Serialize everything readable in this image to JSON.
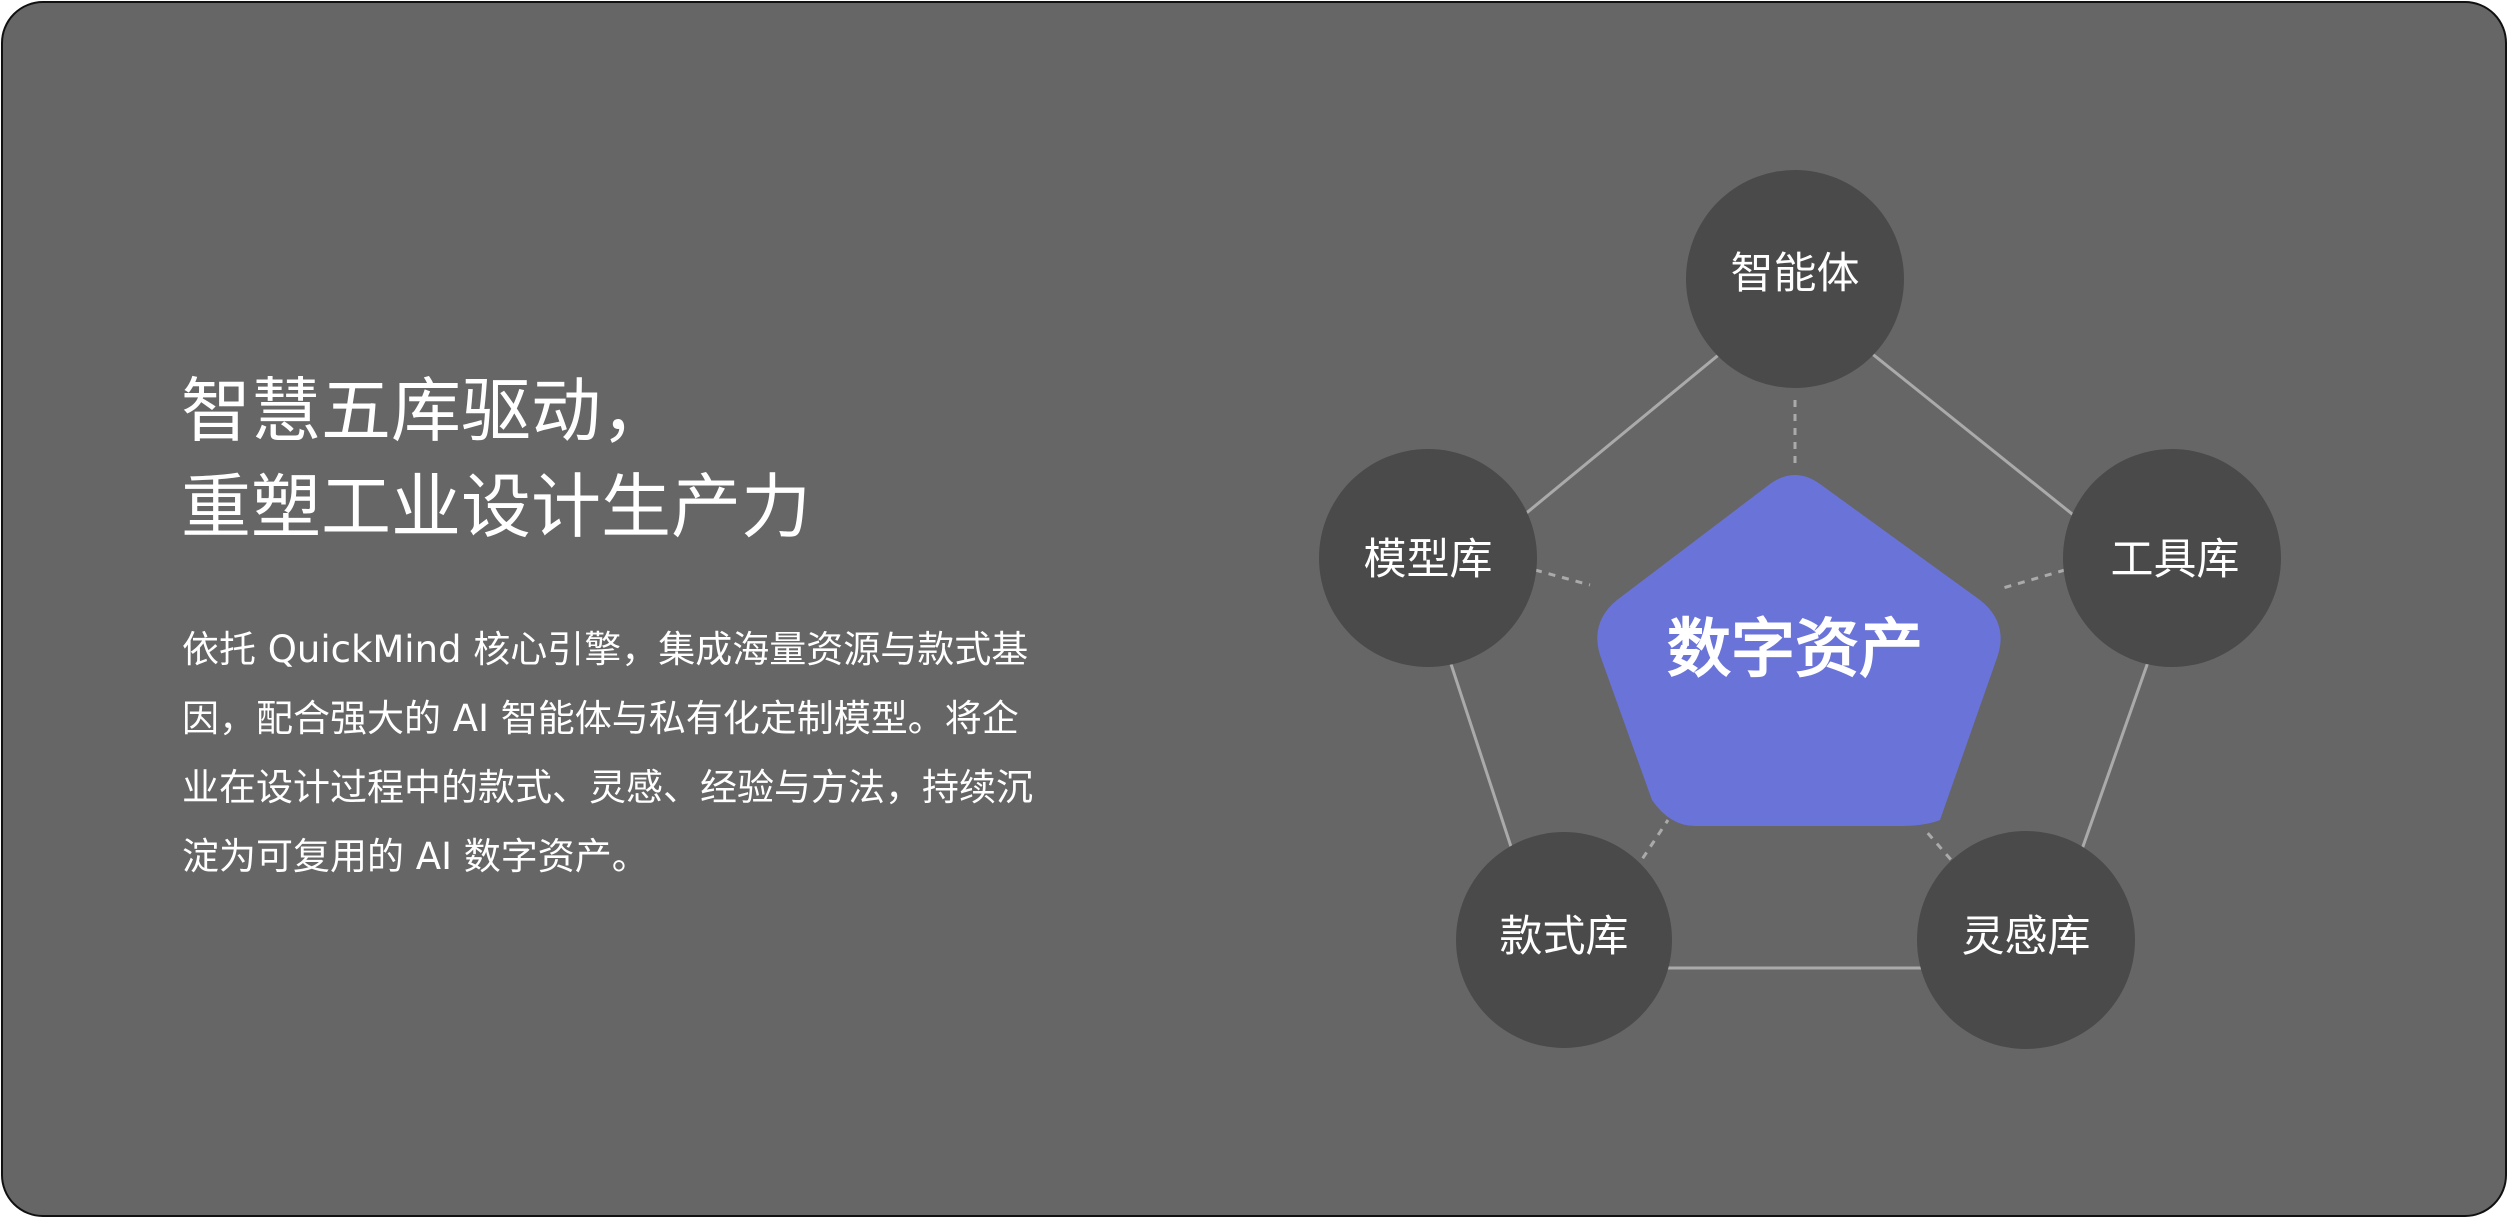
{
  "headline": {
    "line1": "智慧五库驱动，",
    "line2": "重塑工业设计生产力"
  },
  "description": {
    "lines": [
      "依托 QuickMind 核心引擎，集成海量资源与款式基",
      "因，配合强大的 AI 智能体与私有化定制模型。将企",
      "业在设计过程中的款式、灵感、经验与方法，持续沉",
      "淀为可复用的 AI 数字资产。"
    ]
  },
  "diagram": {
    "center": "数字资产",
    "nodes": [
      "智能体",
      "工具库",
      "灵感库",
      "款式库",
      "模型库"
    ]
  },
  "colors": {
    "background": "#666666",
    "node": "#4a4a4a",
    "center": "#6a73d8",
    "line": "#aaaaaa"
  }
}
